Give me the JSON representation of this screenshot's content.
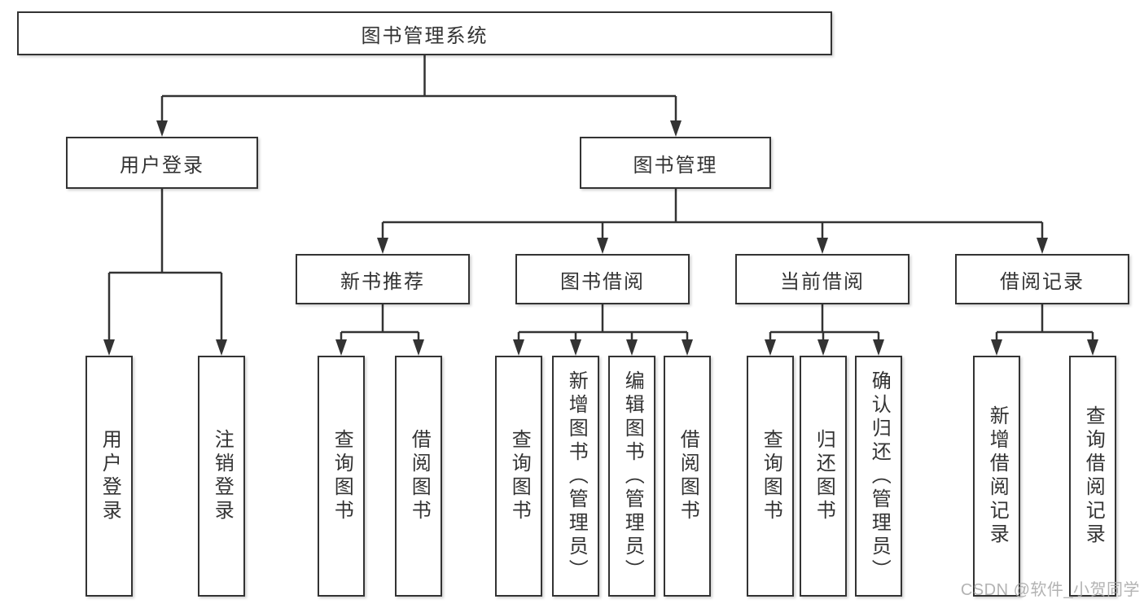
{
  "diagram": {
    "root": {
      "label": "图书管理系统"
    },
    "branches": [
      {
        "label": "用户登录",
        "children": [
          {
            "label": "用户登录"
          },
          {
            "label": "注销登录"
          }
        ]
      },
      {
        "label": "图书管理",
        "children": [
          {
            "label": "新书推荐",
            "children": [
              {
                "label": "查询图书"
              },
              {
                "label": "借阅图书"
              }
            ]
          },
          {
            "label": "图书借阅",
            "children": [
              {
                "label": "查询图书"
              },
              {
                "label": "新增图书（管理员）"
              },
              {
                "label": "编辑图书（管理员）"
              },
              {
                "label": "借阅图书"
              }
            ]
          },
          {
            "label": "当前借阅",
            "children": [
              {
                "label": "查询图书"
              },
              {
                "label": "归还图书"
              },
              {
                "label": "确认归还（管理员）"
              }
            ]
          },
          {
            "label": "借阅记录",
            "children": [
              {
                "label": "新增借阅记录"
              },
              {
                "label": "查询借阅记录"
              }
            ]
          }
        ]
      }
    ]
  },
  "watermark": {
    "text": "CSDN @软件_小贺同学"
  },
  "colors": {
    "line": "#333333",
    "box_fill": "#ffffff",
    "text": "#333333",
    "watermark": "#a6a6a6",
    "background": "#ffffff"
  }
}
